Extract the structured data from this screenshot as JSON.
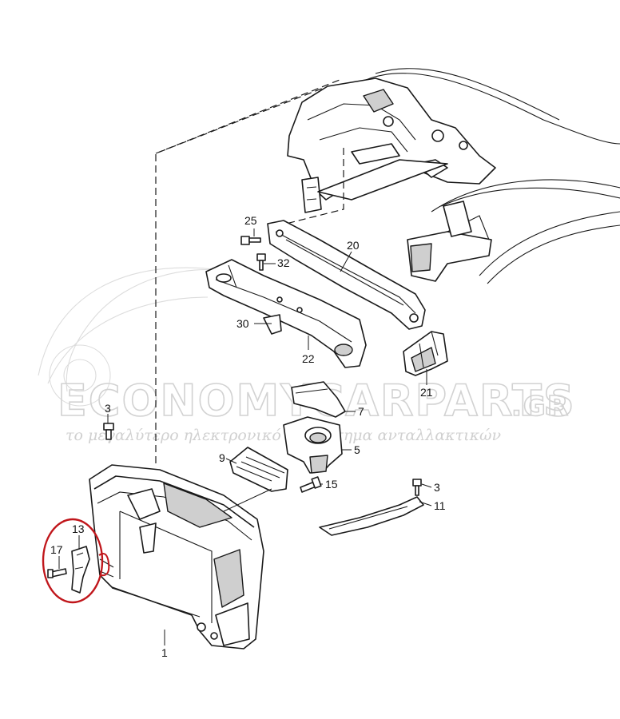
{
  "watermark": {
    "brand": "ECONOMYCARPARTS",
    "suffix": ".GR",
    "slogan": "το μεγαλύτερο ηλεκτρονικό κατάστημα ανταλλακτικών",
    "color": "#d2d2d2"
  },
  "highlight_color": "#c0161b",
  "callouts": {
    "c1": "1",
    "c3a": "3",
    "c3b": "3",
    "c5": "5",
    "c7": "7",
    "c9": "9",
    "c11": "11",
    "c13": "13",
    "c15": "15",
    "c17": "17",
    "c20": "20",
    "c21": "21",
    "c22": "22",
    "c25": "25",
    "c30": "30",
    "c32": "32"
  }
}
